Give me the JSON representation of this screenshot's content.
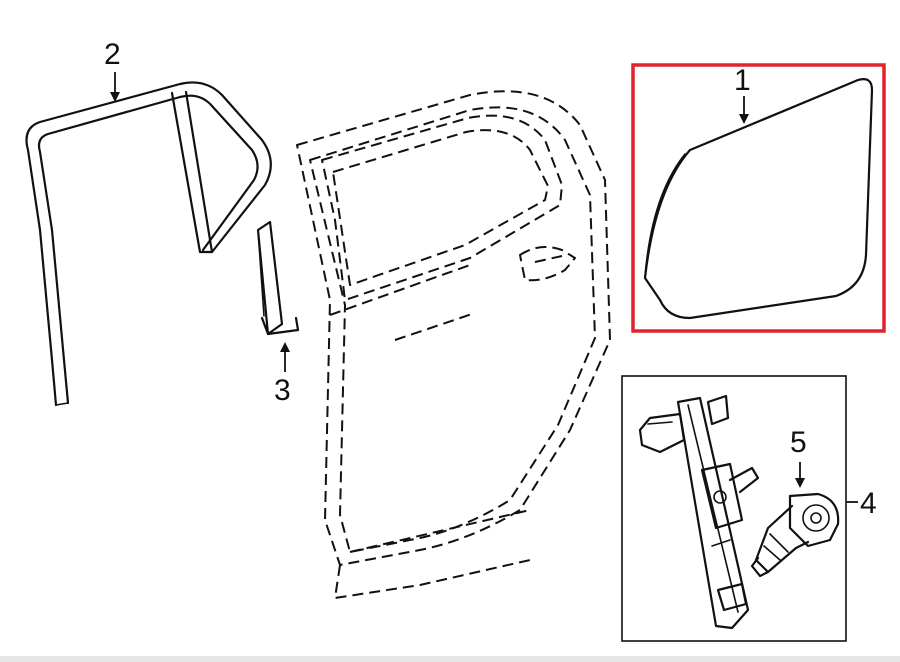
{
  "callouts": {
    "glass": "1",
    "run_channel": "2",
    "applique": "3",
    "regulator_assembly": "4",
    "motor": "5"
  },
  "colors": {
    "highlight": "#e0242b",
    "line": "#111111",
    "background": "#ffffff"
  },
  "highlighted_part": "1"
}
